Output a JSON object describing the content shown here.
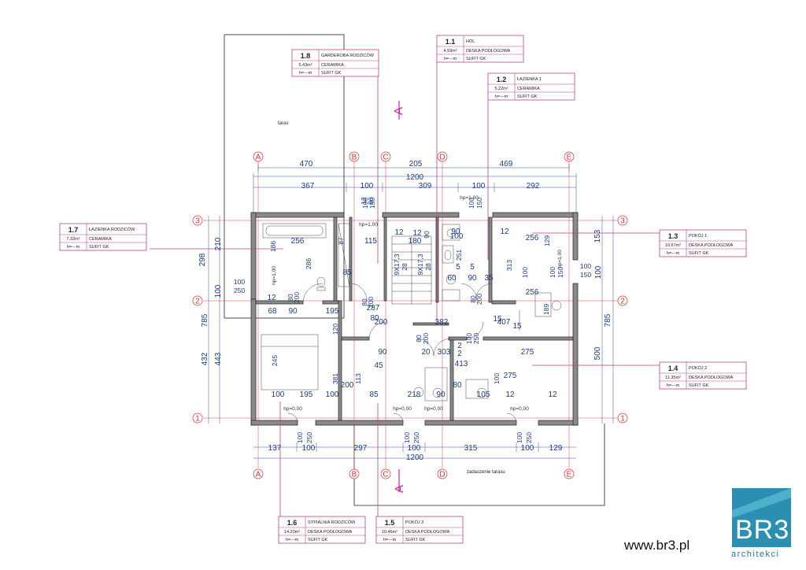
{
  "terrace_label": "taras",
  "roof_label": "zadaszenie tarasu",
  "section_mark": "A",
  "website": "www.br3.pl",
  "logo": {
    "name": "BR3",
    "sub": "architekci"
  },
  "axes": {
    "letters": [
      "A",
      "B",
      "C",
      "D",
      "E"
    ],
    "numbers": [
      "1",
      "2",
      "3"
    ]
  },
  "colors": {
    "dimension": "#1a3a8a",
    "axis": "#e03030",
    "tag_line": "#c0408a",
    "logo": "#2a8fb0"
  },
  "rooms": [
    {
      "num": "1.1",
      "name": "HOL",
      "area": "4.59m²",
      "floor": "DESKA PODŁOGOWA",
      "height": "h=---m",
      "ceiling": "SUFIT GK"
    },
    {
      "num": "1.2",
      "name": "ŁAZIENKA 1",
      "area": "5.22m²",
      "floor": "CERAMIKA",
      "height": "h=---m",
      "ceiling": "SUFIT GK"
    },
    {
      "num": "1.3",
      "name": "POKÓJ 1",
      "area": "10.67m²",
      "floor": "DESKA PODŁOGOWA",
      "height": "h=---m",
      "ceiling": "SUFIT GK"
    },
    {
      "num": "1.4",
      "name": "POKÓJ 2",
      "area": "11.35m²",
      "floor": "DESKA PODŁOGOWA",
      "height": "h=---m",
      "ceiling": "SUFIT GK"
    },
    {
      "num": "1.5",
      "name": "POKÓJ 3",
      "area": "10.46m²",
      "floor": "DESKA PODŁOGOWA",
      "height": "h=---m",
      "ceiling": "SUFIT GK"
    },
    {
      "num": "1.6",
      "name": "SYPIALNIA RODZICÓW",
      "area": "14.20m²",
      "floor": "DESKA PODŁOGOWA",
      "height": "h=---m",
      "ceiling": "SUFIT GK"
    },
    {
      "num": "1.7",
      "name": "ŁAZIENKA RODZICÓW",
      "area": "7.32m²",
      "floor": "CERAMIKA",
      "height": "h=---m",
      "ceiling": "SUFIT GK"
    },
    {
      "num": "1.8",
      "name": "GARDEROBA RODZICÓW",
      "area": "5.43m²",
      "floor": "CERAMIKA",
      "height": "h=---m",
      "ceiling": "SUFIT GK"
    }
  ],
  "dims_top": {
    "row1": [
      "470",
      "205",
      "469"
    ],
    "total": "1200",
    "row2": [
      "367",
      "100",
      "309",
      "100",
      "292"
    ],
    "openings": [
      "100",
      "150",
      "100",
      "150",
      "100",
      "150"
    ]
  },
  "dims_bottom": {
    "row1": [
      "137",
      "100",
      "297",
      "100",
      "315",
      "100",
      "129"
    ],
    "total": "1200",
    "openings": [
      "100",
      "250",
      "100",
      "250",
      "100",
      "250"
    ]
  },
  "dims_left": {
    "outer": [
      "298",
      "785"
    ],
    "inner": [
      "210",
      "100",
      "432",
      "443"
    ],
    "openings": [
      "100",
      "250"
    ]
  },
  "dims_right": {
    "outer": [
      "153",
      "785"
    ],
    "inner": [
      "100",
      "500"
    ],
    "openings": [
      "100",
      "150"
    ]
  },
  "levels": [
    "hp=1,00",
    "hp=1,00",
    "hp=1,00",
    "hp=1,00",
    "hp=0,00",
    "hp=0,00",
    "hp=0,00",
    "hp=0,00"
  ],
  "interior_dims": [
    "256",
    "286",
    "87",
    "115",
    "12",
    "180",
    "12",
    "90",
    "186",
    "85",
    "9X17,3",
    "28",
    "9X17,3",
    "28",
    "251",
    "5",
    "60",
    "90",
    "35",
    "256",
    "129",
    "313",
    "100",
    "189",
    "256",
    "15",
    "68",
    "90",
    "195",
    "120",
    "80",
    "200",
    "80",
    "200",
    "80",
    "200",
    "382",
    "80",
    "200",
    "15",
    "407",
    "287",
    "245",
    "381",
    "90",
    "45",
    "20",
    "303",
    "413",
    "275",
    "275",
    "113",
    "100",
    "100",
    "195",
    "100",
    "85",
    "218",
    "90",
    "105",
    "12",
    "12",
    "12",
    "2",
    "2",
    "80",
    "200",
    "80",
    "200",
    "100",
    "250",
    "12",
    "90",
    "12",
    "100",
    "90",
    "5"
  ]
}
